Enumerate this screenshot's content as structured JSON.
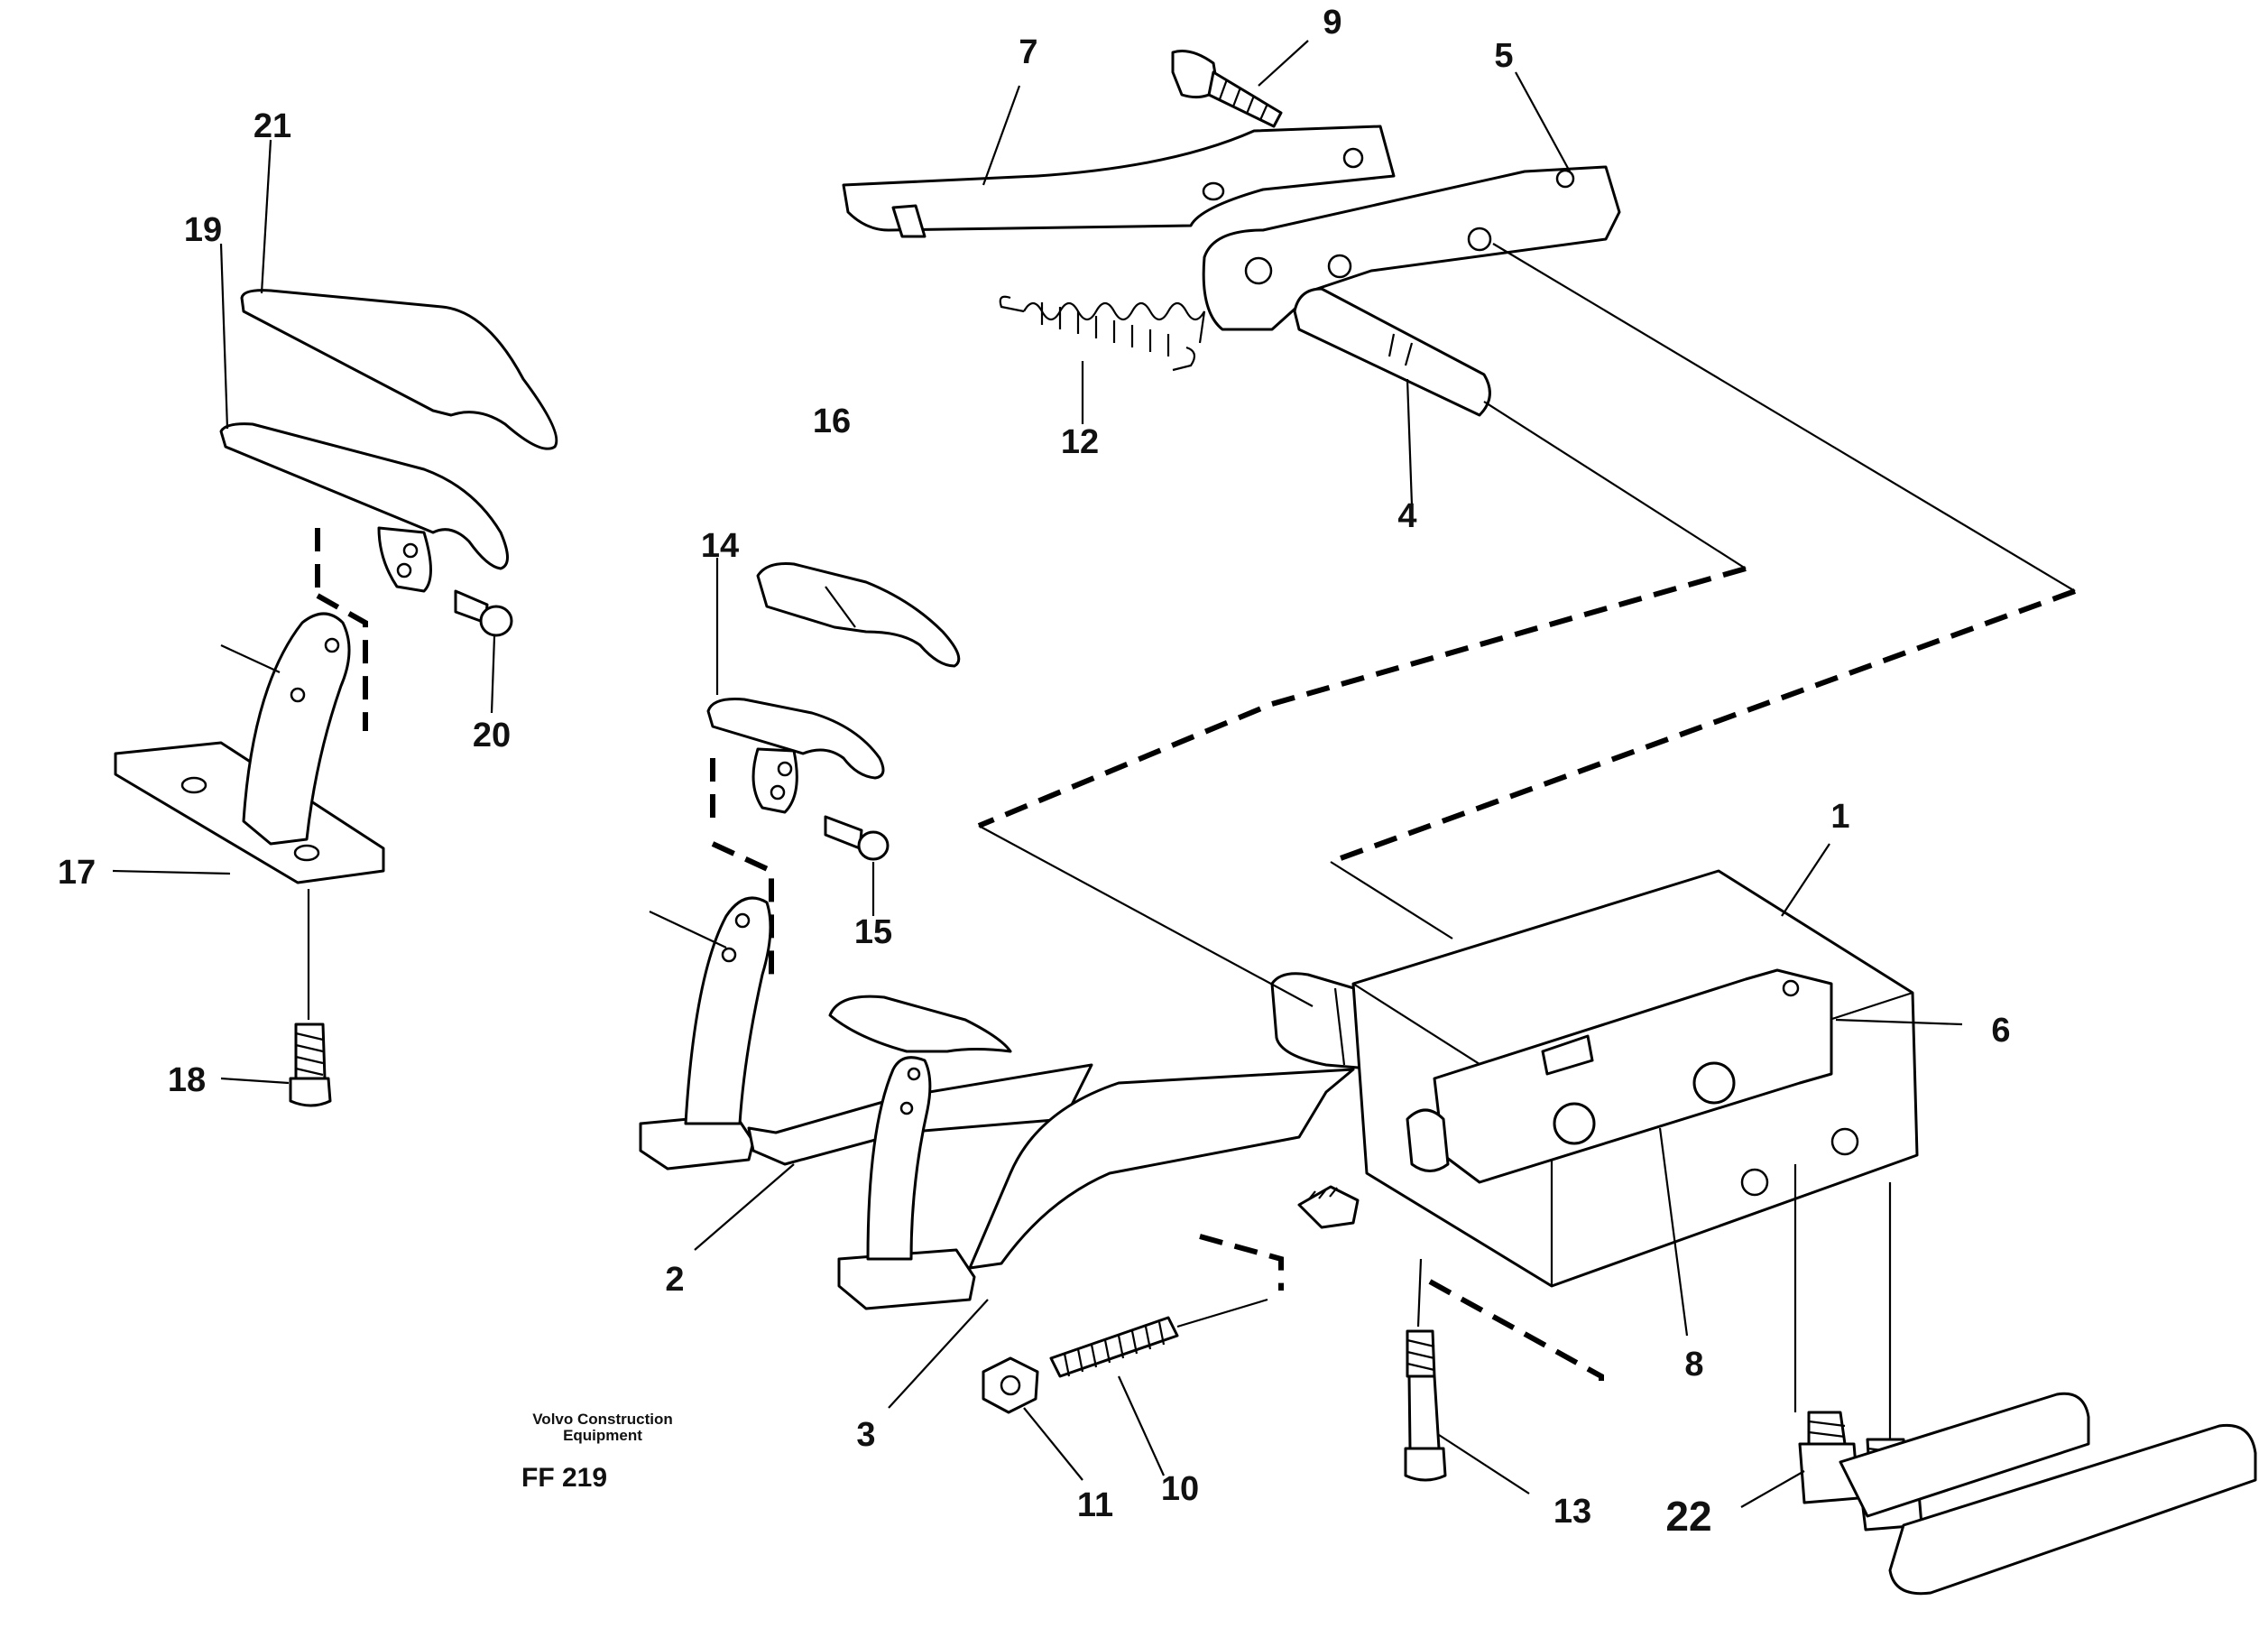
{
  "diagram": {
    "callouts": [
      "1",
      "2",
      "3",
      "4",
      "5",
      "6",
      "7",
      "8",
      "9",
      "10",
      "11",
      "12",
      "13",
      "14",
      "15",
      "16",
      "17",
      "18",
      "19",
      "20",
      "21",
      "22"
    ]
  },
  "caption": {
    "line1": "Volvo Construction",
    "line2": "Equipment",
    "code": "FF 219"
  }
}
